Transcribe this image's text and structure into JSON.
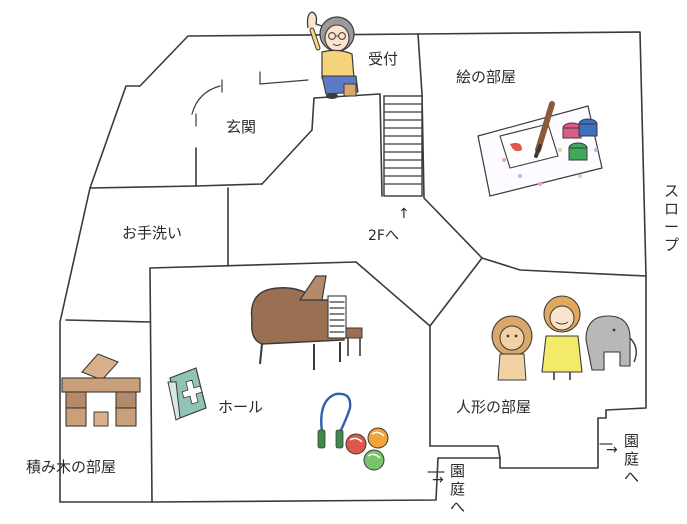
{
  "rooms": {
    "reception": "受付",
    "entrance": "玄関",
    "art_room": "絵の部屋",
    "washroom": "お手洗い",
    "stairs_label": "2Fへ",
    "slope": "スロープ",
    "hall": "ホール",
    "doll_room": "人形の部屋",
    "block_room": "積み木の部屋",
    "garden_right": "園庭へ",
    "garden_bottom": "園庭へ"
  },
  "arrows": {
    "right_arrow": "→",
    "up_arrow": "↑"
  },
  "colors": {
    "wall": "#3a3a3a",
    "wood": "#b48a6a",
    "piano": "#9a6f52",
    "ball_red": "#e0564a",
    "ball_green": "#79c46b",
    "ball_orange": "#f2a33a",
    "rope": "#3f8a4a",
    "rope_blue": "#2f5fa8",
    "shirt": "#f6d27a",
    "pants": "#5b7bc4",
    "book": "#8fc4b7"
  },
  "icons": {
    "person": "person-waving-icon",
    "piano": "grand-piano-icon",
    "paints": "paint-set-icon",
    "book": "first-aid-book-icon",
    "rope": "jump-rope-icon",
    "balls": "ball-icon",
    "blocks": "wooden-blocks-icon",
    "dolls": "stuffed-animals-icon"
  }
}
